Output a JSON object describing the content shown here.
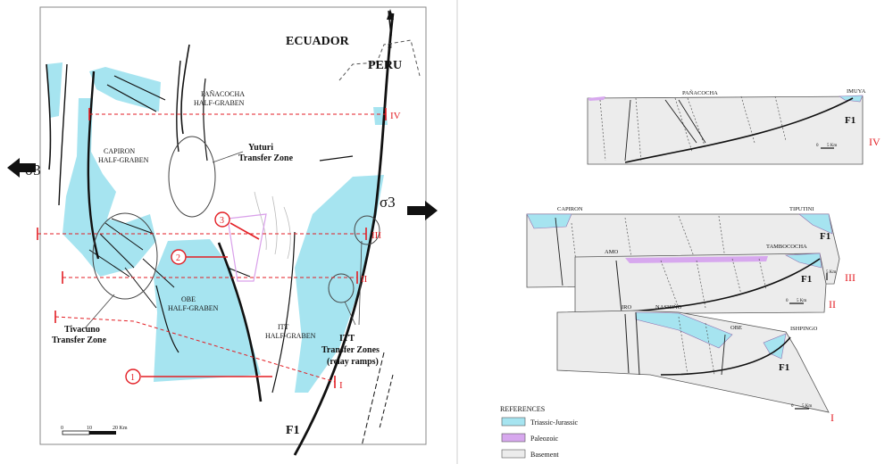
{
  "colors": {
    "triassic": "#a6e4f0",
    "paleozoic": "#d7a8ee",
    "basement": "#ececec",
    "section_line": "#e31e24",
    "fault": "#111111"
  },
  "map": {
    "ecuador": "ECUADOR",
    "peru": "PERU",
    "north": "N",
    "capiron": [
      "CAPIRON",
      "HALF-GRABEN"
    ],
    "panacocha": [
      "PAÑACOCHA",
      "HALF-GRABEN"
    ],
    "obe": [
      "OBE",
      "HALF-GRABEN"
    ],
    "itt": [
      "ITT",
      "HALF-GRABEN"
    ],
    "yuturi": [
      "Yuturi",
      "Transfer Zone"
    ],
    "tivacuno": [
      "Tivacuno",
      "Transfer Zone"
    ],
    "itt_tz": [
      "ITT",
      "Transfer Zones",
      "(relay ramps)"
    ],
    "sigma_left": "σ3",
    "sigma_right": "σ3",
    "f1": "F1",
    "sections": [
      "IV",
      "III",
      "II",
      "I"
    ],
    "markers": [
      "1",
      "2",
      "3"
    ],
    "scale": [
      "0",
      "10",
      "20 Km"
    ]
  },
  "sections": {
    "iv": {
      "left": "PAÑACOCHA",
      "right": "IMUYA",
      "fault": "F1",
      "scale": [
        "0",
        "5 Km"
      ],
      "roman": "IV"
    },
    "iii": {
      "left": "CAPIRON",
      "right": "TIPUTINI",
      "fault": "F1",
      "scale": "5 Km",
      "roman": "III"
    },
    "ii": {
      "left": "AMO",
      "right": "TAMBOCOCHA",
      "fault": "F1",
      "scale": [
        "0",
        "5 Km"
      ],
      "roman": "II"
    },
    "i": {
      "left": "IRO",
      "mid": "NASHIÑO",
      "obe": "OBE",
      "right": "ISHPINGO",
      "fault": "F1",
      "scale": [
        "0",
        "5 Km"
      ],
      "roman": "I"
    }
  },
  "legend": {
    "title": "REFERENCES",
    "items": [
      "Triassic-Jurassic",
      "Paleozoic",
      "Basement"
    ]
  }
}
